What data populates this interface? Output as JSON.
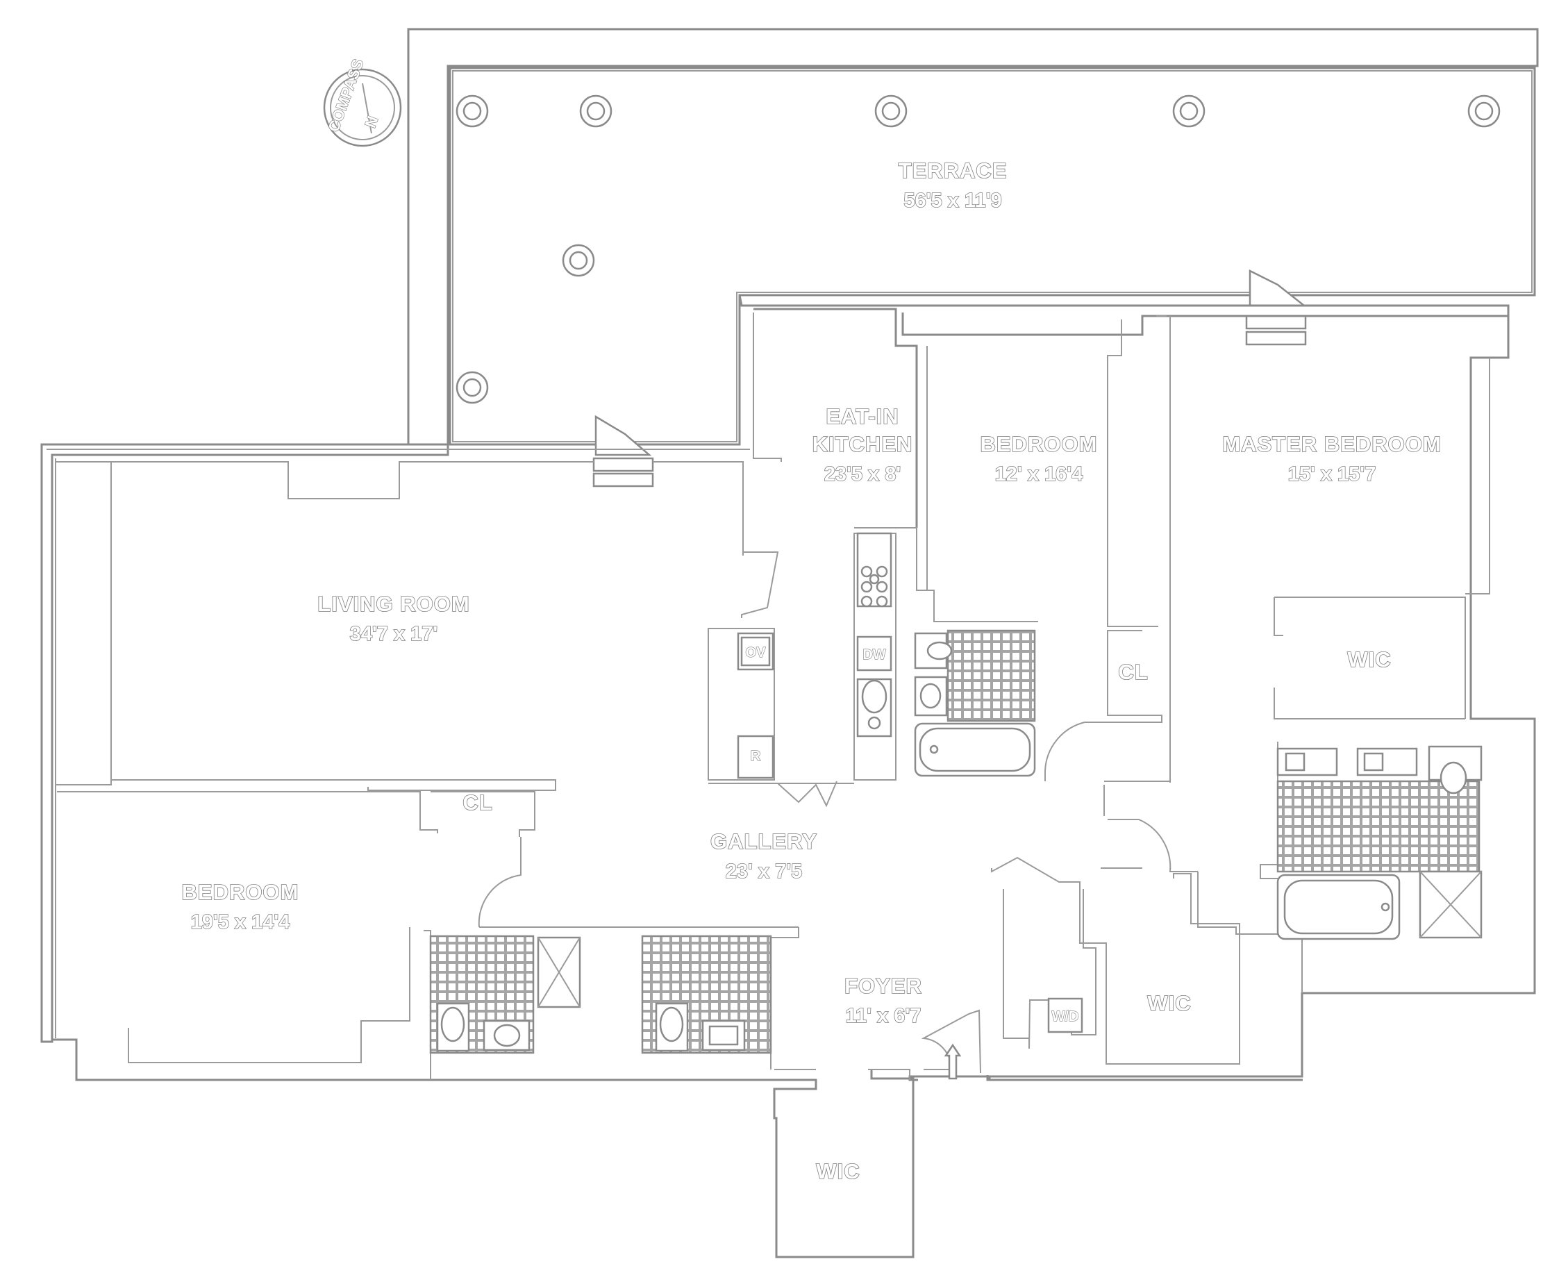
{
  "rooms": {
    "terrace": {
      "name": "TERRACE",
      "dims": "56'5 x 11'9"
    },
    "eat_in_kitchen": {
      "name_line1": "EAT-IN",
      "name_line2": "KITCHEN",
      "dims": "23'5 x 8'"
    },
    "bedroom_2": {
      "name": "BEDROOM",
      "dims": "12' x 16'4"
    },
    "master_bedroom": {
      "name": "MASTER BEDROOM",
      "dims": "15' x 15'7"
    },
    "living_room": {
      "name": "LIVING ROOM",
      "dims": "34'7 x 17'"
    },
    "bedroom_1": {
      "name": "BEDROOM",
      "dims": "19'5 x 14'4"
    },
    "gallery": {
      "name": "GALLERY",
      "dims": "23' x 7'5"
    },
    "foyer": {
      "name": "FOYER",
      "dims": "11' x 6'7"
    }
  },
  "closets": {
    "cl_bedroom": "CL",
    "cl_bedroom2": "CL",
    "wic_master": "WIC",
    "wic_foyer": "WIC",
    "wic_laundry": "WIC"
  },
  "appliances": {
    "oven": "OV",
    "dishwasher": "DW",
    "refrigerator": "R",
    "washer_dryer": "W/D"
  },
  "compass": {
    "label": "COMPASS",
    "north": "N"
  }
}
